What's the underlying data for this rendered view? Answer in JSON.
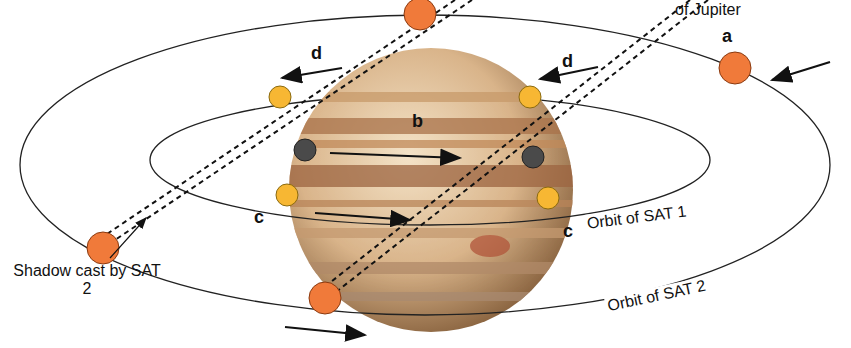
{
  "diagram": {
    "labels": [
      "of Jupiter",
      "a",
      "d",
      "d",
      "b",
      "c",
      "c",
      "Orbit of SAT 1",
      "Orbit of SAT 2",
      "Shadow cast by SAT 2"
    ]
  }
}
